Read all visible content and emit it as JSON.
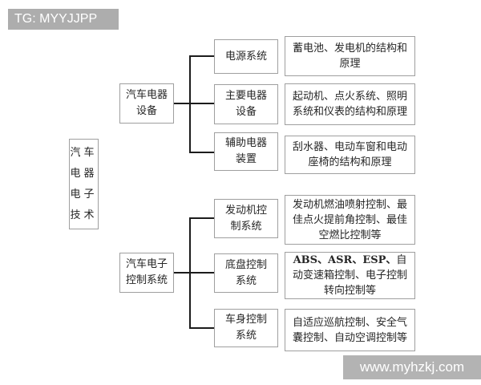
{
  "page": {
    "tag_label": "TG: MYYJJPP",
    "watermark": "www.myhzkj.com"
  },
  "colors": {
    "box_border": "#9f9f9f",
    "text": "#262626",
    "connector_line": "#1c1c1c",
    "overlay_bg": "#adadad",
    "overlay_text": "#ffffff"
  },
  "diagram": {
    "root": {
      "label": "汽车电器电子技术",
      "lines": [
        "汽车",
        "电器",
        "电子",
        "技术"
      ]
    },
    "branches": [
      {
        "label": "汽车电器设备",
        "children": [
          {
            "label": "电源系统",
            "detail": "蓄电池、发电机的结构和原理"
          },
          {
            "label": "主要电器设备",
            "detail": "起动机、点火系统、照明系统和仪表的结构和原理"
          },
          {
            "label": "辅助电器装置",
            "detail": "刮水器、电动车窗和电动座椅的结构和原理"
          }
        ]
      },
      {
        "label": "汽车电子控制系统",
        "children": [
          {
            "label": "发动机控制系统",
            "detail": "发动机燃油喷射控制、最佳点火提前角控制、最佳空燃比控制等"
          },
          {
            "label": "底盘控制系统",
            "detail_bold": "ABS、ASR、ESP、",
            "detail": "自动变速箱控制、电子控制转向控制等"
          },
          {
            "label": "车身控制系统",
            "detail": "自适应巡航控制、安全气囊控制、自动空调控制等"
          }
        ]
      }
    ]
  }
}
